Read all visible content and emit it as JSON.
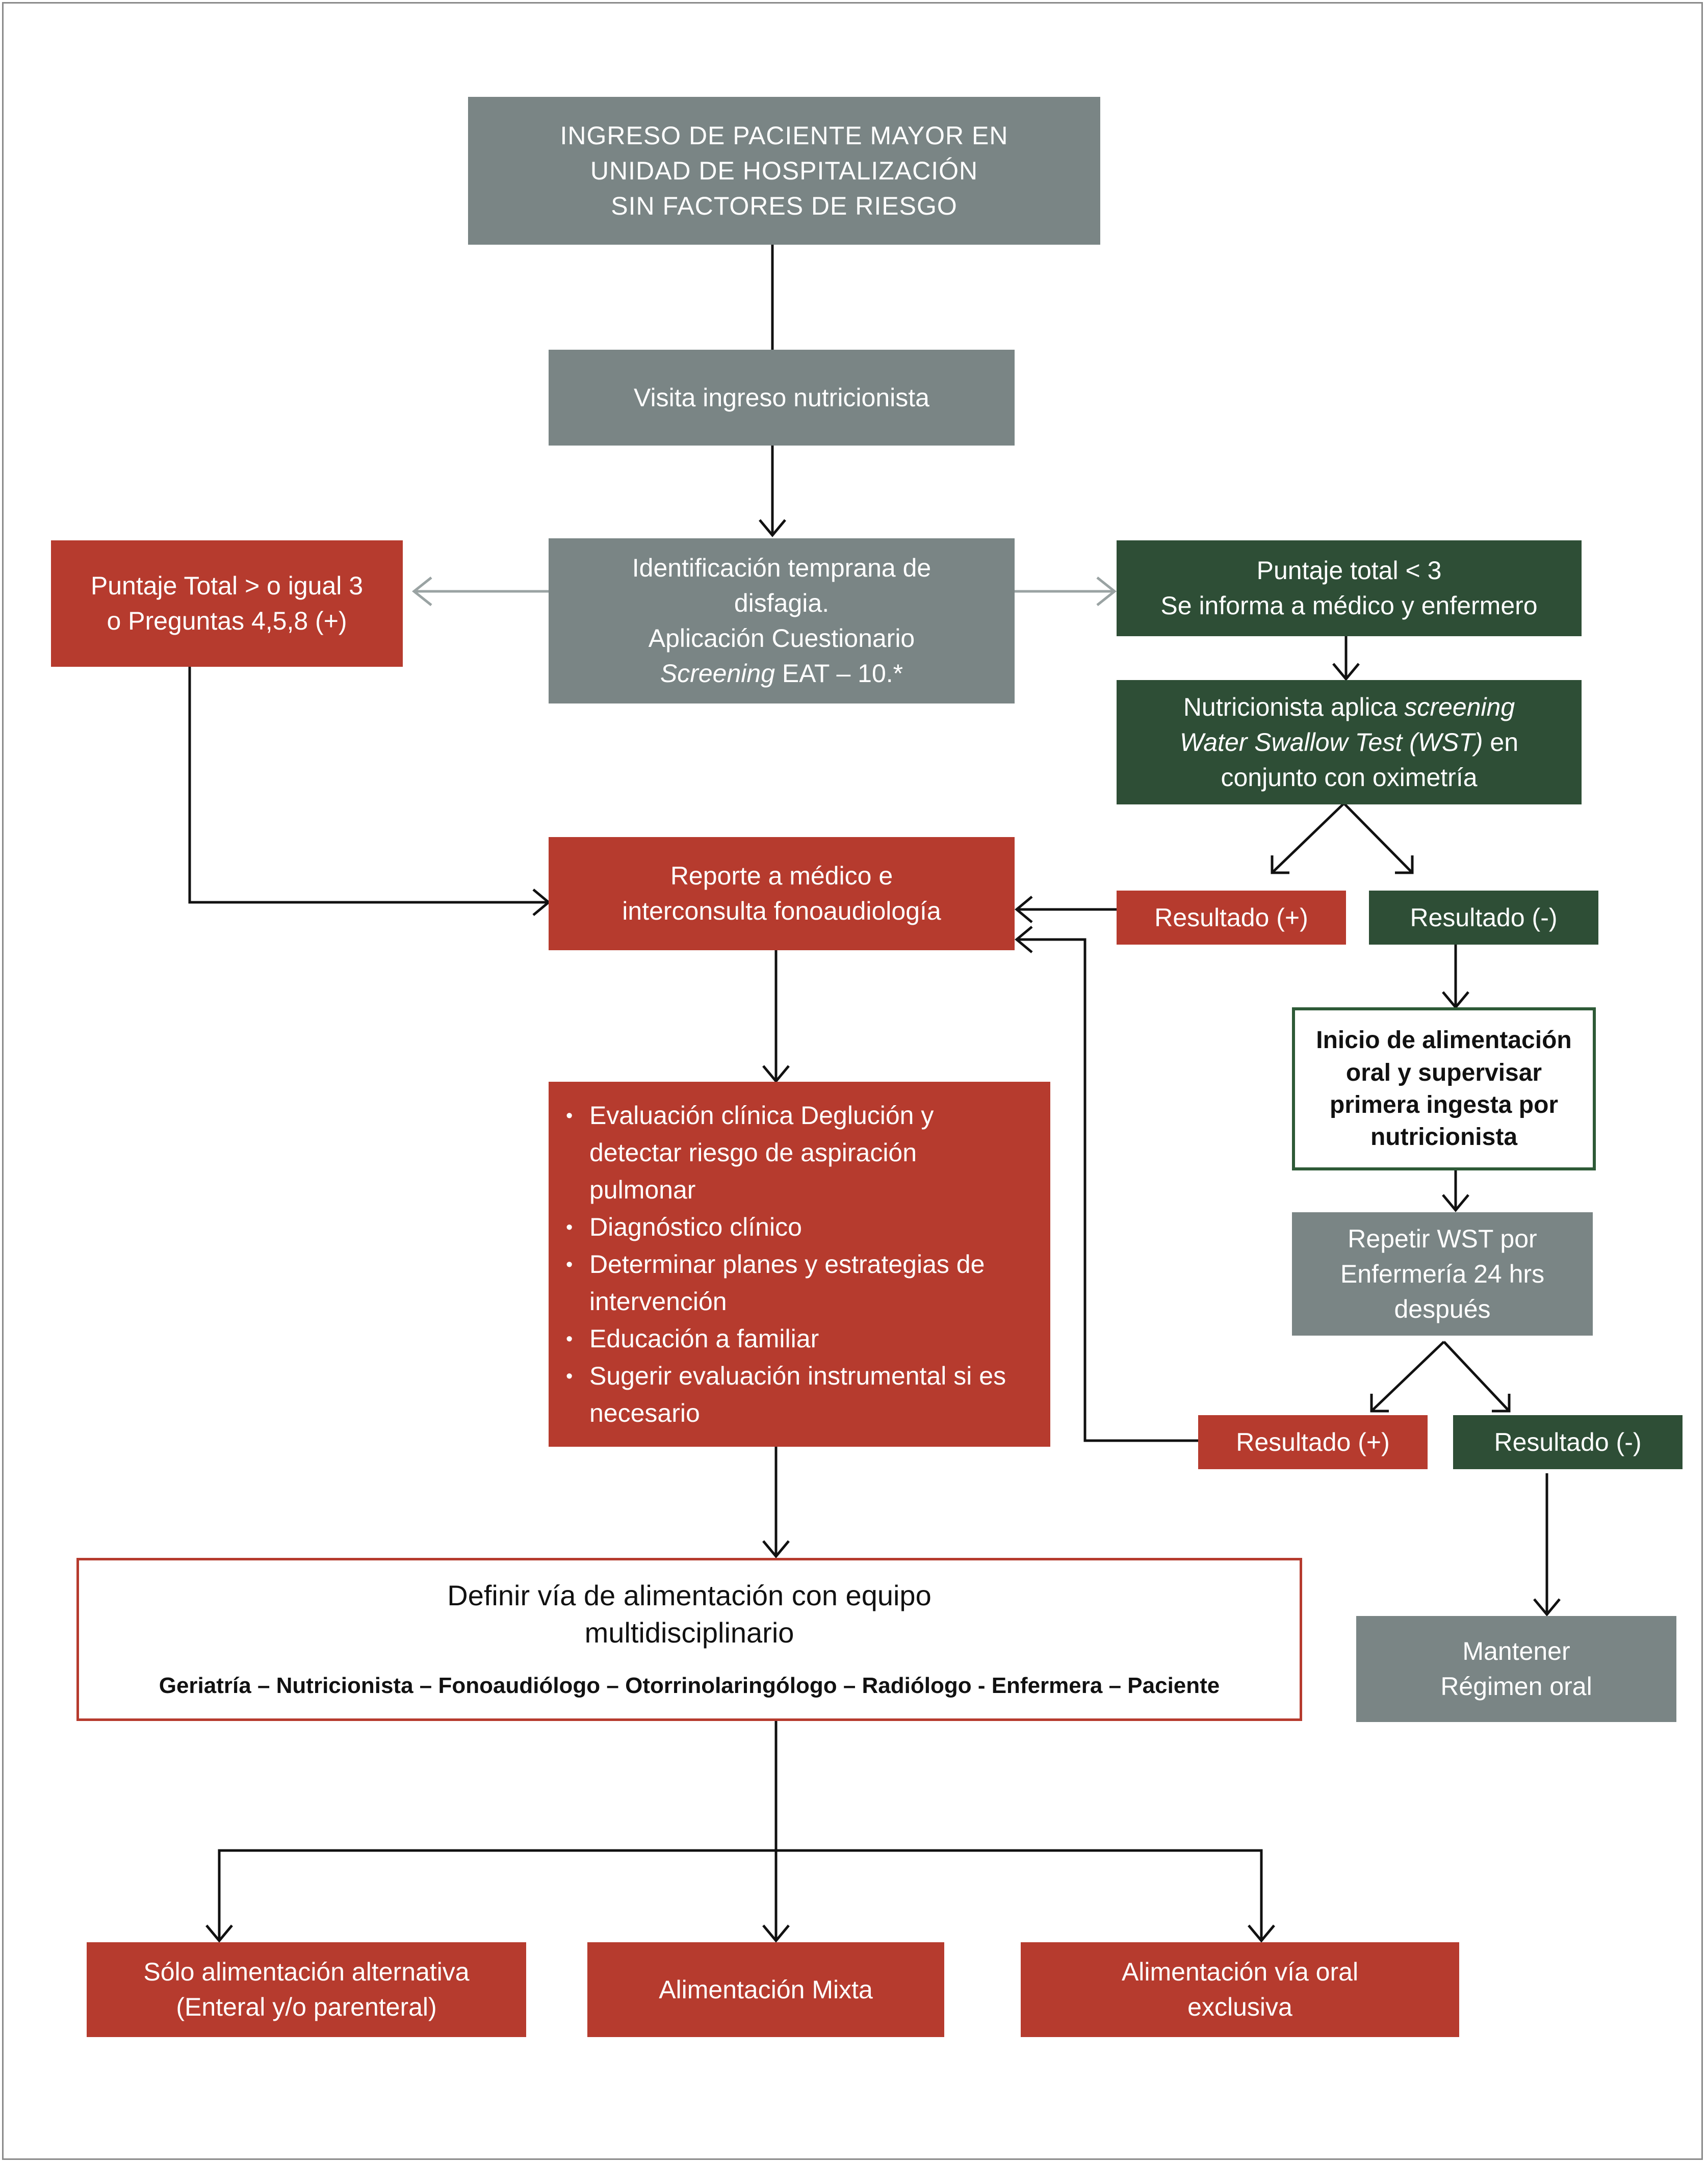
{
  "diagram": {
    "start": {
      "line1": "INGRESO DE PACIENTE MAYOR  EN",
      "line2": "UNIDAD DE HOSPITALIZACIÓN",
      "line3": "SIN FACTORES DE RIESGO"
    },
    "visit": "Visita ingreso nutricionista",
    "screening": {
      "line1": "Identificación temprana de",
      "line2": "disfagia.",
      "line3": "Aplicación Cuestionario",
      "line4_italic": "Screening",
      "line4_rest": " EAT – 10.*"
    },
    "positive_score": {
      "line1": "Puntaje Total > o igual 3",
      "line2": "o Preguntas 4,5,8 (+)"
    },
    "negative_score": {
      "line1": "Puntaje total < 3",
      "line2": "Se informa a médico y enfermero"
    },
    "wst": {
      "line1_plain": "Nutricionista aplica ",
      "line1_italic": "screening",
      "line2_italic": "Water Swallow Test (WST)",
      "line2_rest": " en",
      "line3": "conjunto con oximetría"
    },
    "result1_pos": "Resultado (+)",
    "result1_neg": "Resultado (-)",
    "report": {
      "line1": "Reporte a médico e",
      "line2": "interconsulta fonoaudiología"
    },
    "oral_start": {
      "line1": "Inicio de alimentación",
      "line2": "oral y supervisar",
      "line3": "primera ingesta por",
      "line4": "nutricionista"
    },
    "repeat_wst": {
      "line1": "Repetir WST por",
      "line2": "Enfermería 24 hrs",
      "line3": "después"
    },
    "evaluation_items": [
      "Evaluación clínica Deglución y detectar riesgo de aspiración pulmonar",
      "Diagnóstico clínico",
      "Determinar planes y estrategias de intervención",
      "Educación a familiar",
      "Sugerir evaluación instrumental si es necesario"
    ],
    "result2_pos": "Resultado (+)",
    "result2_neg": "Resultado (-)",
    "maintain": {
      "line1": "Mantener",
      "line2": "Régimen oral"
    },
    "define": {
      "line1": "Definir vía de alimentación con equipo",
      "line2": "multidisciplinario",
      "team": "Geriatría – Nutricionista – Fonoaudiólogo – Otorrinolaringólogo – Radiólogo - Enfermera – Paciente"
    },
    "outcomes": {
      "alternative_line1": "Sólo alimentación alternativa",
      "alternative_line2": "(Enteral y/o parenteral)",
      "mixed": "Alimentación Mixta",
      "oral_line1": "Alimentación vía oral",
      "oral_line2": "exclusiva"
    }
  },
  "colors": {
    "gray": "#7a8585",
    "red": "#b63b2e",
    "green": "#2e4e36",
    "arrow": "#111111",
    "arrow_light": "#9aa3a3"
  }
}
